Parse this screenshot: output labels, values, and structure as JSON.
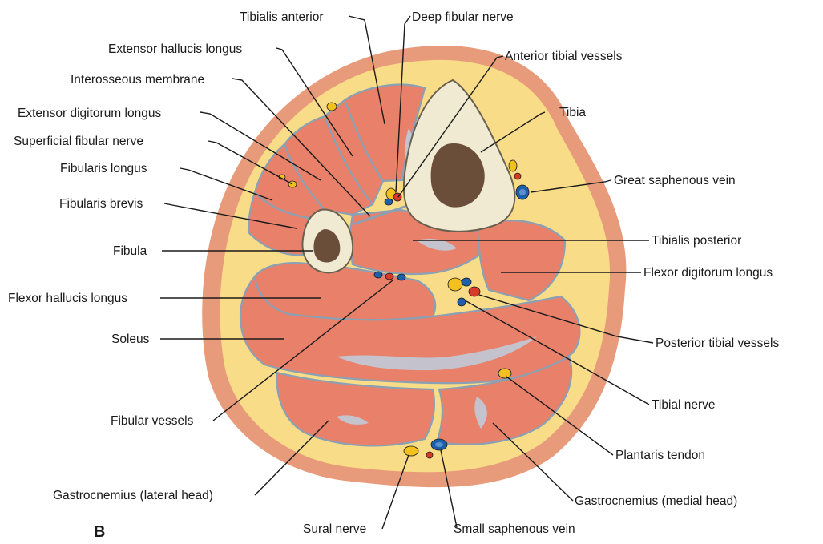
{
  "figure": {
    "panel_letter": "B",
    "colors": {
      "skin": "#e89b7a",
      "fat": "#f8dc87",
      "muscle": "#e9806a",
      "fascia": "#8aa0b4",
      "bone_cortex": "#f1ead3",
      "bone_marrow": "#6a4e3a",
      "artery": "#d63b2a",
      "vein": "#1f5fa8",
      "nerve": "#f2c11e"
    }
  },
  "labels": {
    "tibialis_anterior": "Tibialis anterior",
    "deep_fibular_nerve": "Deep fibular nerve",
    "extensor_hallucis_longus": "Extensor hallucis longus",
    "anterior_tibial_vessels": "Anterior tibial vessels",
    "interosseous_membrane": "Interosseous membrane",
    "extensor_digitorum_longus": "Extensor digitorum longus",
    "tibia": "Tibia",
    "superficial_fibular_nerve": "Superficial fibular nerve",
    "fibularis_longus": "Fibularis longus",
    "great_saphenous_vein": "Great saphenous vein",
    "fibularis_brevis": "Fibularis brevis",
    "fibula": "Fibula",
    "tibialis_posterior": "Tibialis posterior",
    "flexor_digitorum_longus": "Flexor digitorum longus",
    "flexor_hallucis_longus": "Flexor hallucis longus",
    "soleus": "Soleus",
    "posterior_tibial_vessels": "Posterior tibial vessels",
    "tibial_nerve": "Tibial nerve",
    "fibular_vessels": "Fibular vessels",
    "plantaris_tendon": "Plantaris tendon",
    "gastrocnemius_lateral": "Gastrocnemius (lateral head)",
    "gastrocnemius_medial": "Gastrocnemius (medial head)",
    "sural_nerve": "Sural nerve",
    "small_saphenous_vein": "Small saphenous vein"
  }
}
